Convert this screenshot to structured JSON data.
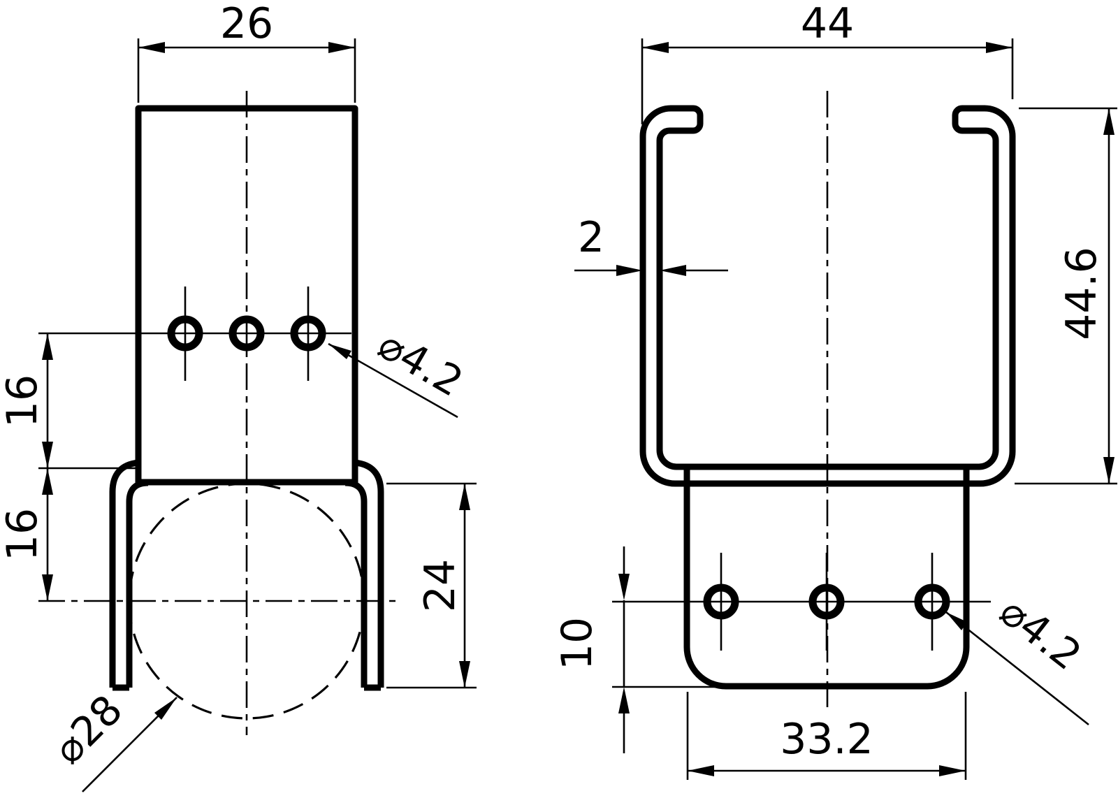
{
  "side_view": {
    "plate_width": "26",
    "holes_to_bend": "16",
    "bend_to_tube_axis": "16",
    "leg_length": "24",
    "hole_diameter": "⌀4.2",
    "tube_diameter": "⌀28"
  },
  "front_view": {
    "overall_width": "44",
    "sheet_thickness": "2",
    "overall_height": "44.6",
    "holes_to_bottom": "10",
    "tab_width": "33.2",
    "hole_diameter": "⌀4.2"
  },
  "colors": {
    "line": "#000000",
    "background": "#ffffff"
  }
}
